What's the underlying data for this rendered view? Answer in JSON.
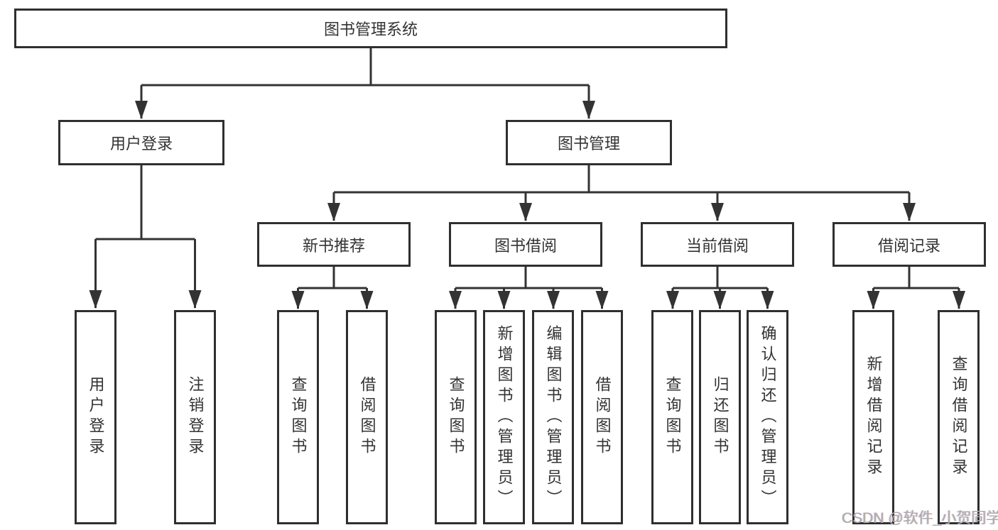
{
  "tree": {
    "root": {
      "label": "图书管理系统",
      "children": [
        {
          "label": "用户登录",
          "children": [
            {
              "label": "用户登录"
            },
            {
              "label": "注销登录"
            }
          ]
        },
        {
          "label": "图书管理",
          "children": [
            {
              "label": "新书推荐",
              "children": [
                {
                  "label": "查询图书"
                },
                {
                  "label": "借阅图书"
                }
              ]
            },
            {
              "label": "图书借阅",
              "children": [
                {
                  "label": "查询图书"
                },
                {
                  "label": "新增图书（管理员）"
                },
                {
                  "label": "编辑图书（管理员）"
                },
                {
                  "label": "借阅图书"
                }
              ]
            },
            {
              "label": "当前借阅",
              "children": [
                {
                  "label": "查询图书"
                },
                {
                  "label": "归还图书"
                },
                {
                  "label": "确认归还（管理员）"
                }
              ]
            },
            {
              "label": "借阅记录",
              "children": [
                {
                  "label": "新增借阅记录"
                },
                {
                  "label": "查询借阅记录"
                }
              ]
            }
          ]
        }
      ]
    }
  },
  "watermark": {
    "text": "CSDN @软件_小贺同学"
  },
  "colors": {
    "line": "#333333",
    "box_border": "#2f2f2f",
    "text": "#333333",
    "watermark": "#ababab",
    "background": "#ffffff"
  }
}
